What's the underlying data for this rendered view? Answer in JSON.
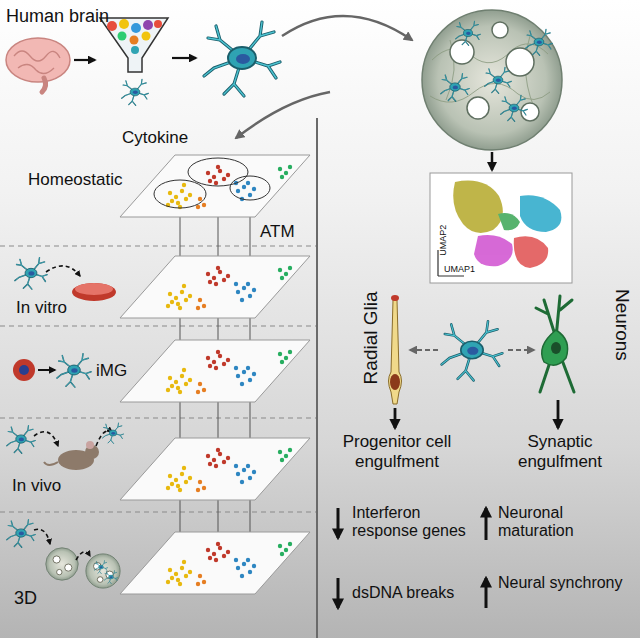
{
  "diagram": {
    "labels": [
      "Human brain",
      "Cytokine",
      "Homeostatic",
      "ATM",
      "In vitro",
      "iMG",
      "In vivo",
      "3D",
      "UMAP2",
      "UMAP1",
      "Radial Glia",
      "Neurons",
      "Progenitor cell engulfment",
      "Synaptic engulfment",
      "Interferon response genes",
      "Neuronal maturation",
      "dsDNA breaks",
      "Neural synchrony"
    ]
  }
}
